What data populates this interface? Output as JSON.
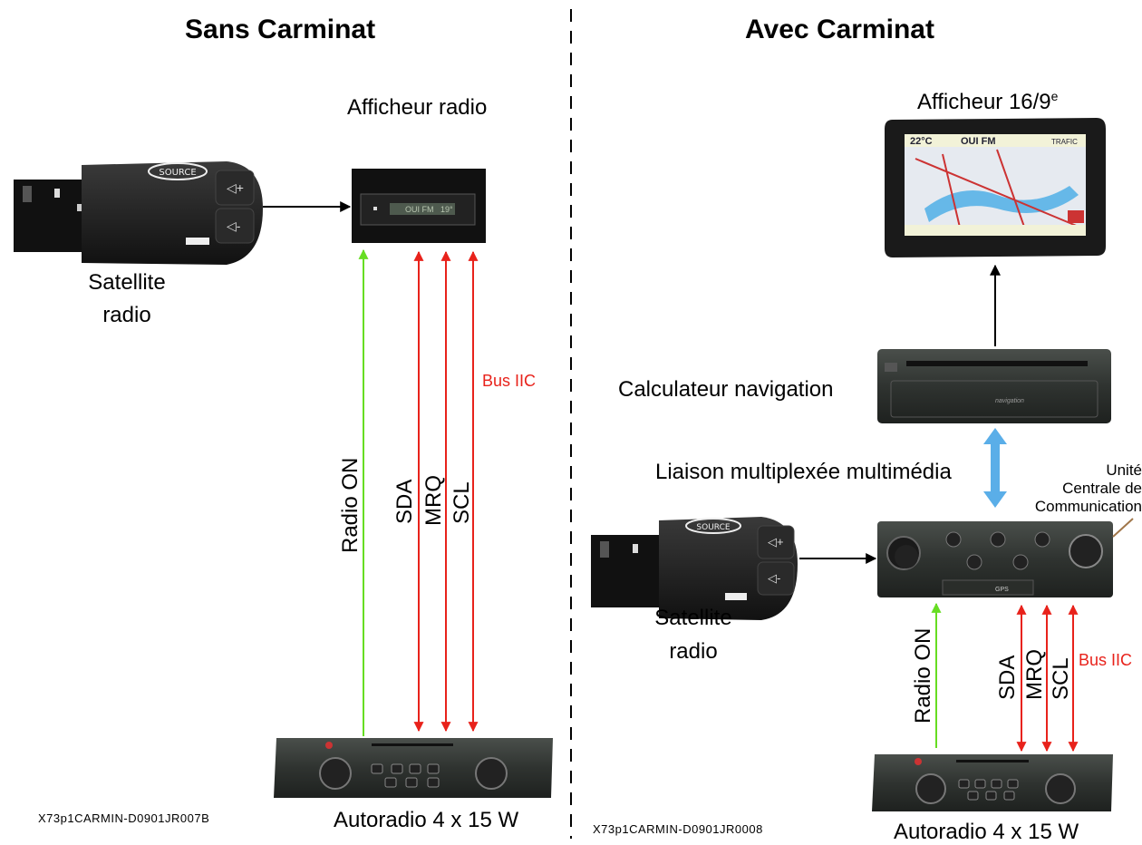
{
  "left": {
    "title": "Sans Carminat",
    "display_label": "Afficheur radio",
    "display_text": "OUI FM",
    "display_temp": "19°",
    "satellite_label_1": "Satellite",
    "satellite_label_2": "radio",
    "satellite_source": "SOURCE",
    "bus_label": "Bus IIC",
    "signal_radio_on": "Radio ON",
    "signal_sda": "SDA",
    "signal_mrq": "MRQ",
    "signal_scl": "SCL",
    "autoradio_label": "Autoradio 4 x 15 W",
    "ref_code": "X73p1CARMIN-D0901JR007B"
  },
  "right": {
    "title": "Avec Carminat",
    "display_label": "Afficheur 16/9",
    "display_label_sup": "e",
    "screen_temp": "22°C",
    "screen_station": "OUI FM",
    "screen_traffic": "TRAFIC",
    "nav_label": "Calculateur navigation",
    "nav_brand": "navigation",
    "link_label": "Liaison multiplexée multimédia",
    "ucc_label_1": "Unité",
    "ucc_label_2": "Centrale de",
    "ucc_label_3": "Communication",
    "ucc_gps": "GPS",
    "satellite_label_1": "Satellite",
    "satellite_label_2": "radio",
    "satellite_source": "SOURCE",
    "signal_radio_on": "Radio ON",
    "signal_sda": "SDA",
    "signal_mrq": "MRQ",
    "signal_scl": "SCL",
    "bus_label": "Bus IIC",
    "autoradio_label": "Autoradio 4 x 15 W",
    "ref_code": "X73p1CARMIN-D0901JR0008"
  },
  "colors": {
    "bus_red": "#e8221b",
    "radio_on_green": "#66dd22",
    "link_blue": "#5aaee8",
    "device_dark": "#2c302d"
  }
}
